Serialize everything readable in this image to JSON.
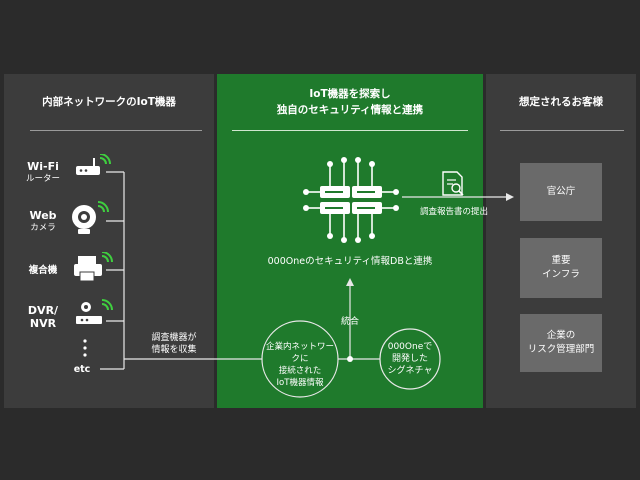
{
  "left": {
    "title": "内部ネットワークのIoT機器",
    "devices": [
      {
        "label": "Wi-Fi",
        "sub": "ルーター",
        "icon": "router-icon"
      },
      {
        "label": "Web",
        "sub": "カメラ",
        "icon": "webcam-icon"
      },
      {
        "label": "複合機",
        "sub": "",
        "icon": "printer-icon"
      },
      {
        "label": "DVR/",
        "sub": "NVR",
        "icon": "dvr-icon"
      }
    ],
    "etc": "etc",
    "collect_note": [
      "調査機器が",
      "情報を収集"
    ]
  },
  "middle": {
    "title_line1": "IoT機器を探索し",
    "title_line2": "独自のセキュリティ情報と連携",
    "db_label": "000Oneのセキュリティ情報DBと連携",
    "merge_label": "統合",
    "circle_left": [
      "企業内ネットワークに",
      "接続された",
      "IoT機器情報"
    ],
    "circle_right": [
      "000Oneで",
      "開発した",
      "シグネチャ"
    ],
    "report_label": "調査報告書の提出"
  },
  "right": {
    "title": "想定されるお客様",
    "customers": [
      [
        "官公庁"
      ],
      [
        "重要",
        "インフラ"
      ],
      [
        "企業の",
        "リスク管理部門"
      ]
    ]
  },
  "colors": {
    "background": "#2b2b2b",
    "panel": "#3c3c3c",
    "accent": "#1f7a2c",
    "signal": "#3fcf3f"
  }
}
